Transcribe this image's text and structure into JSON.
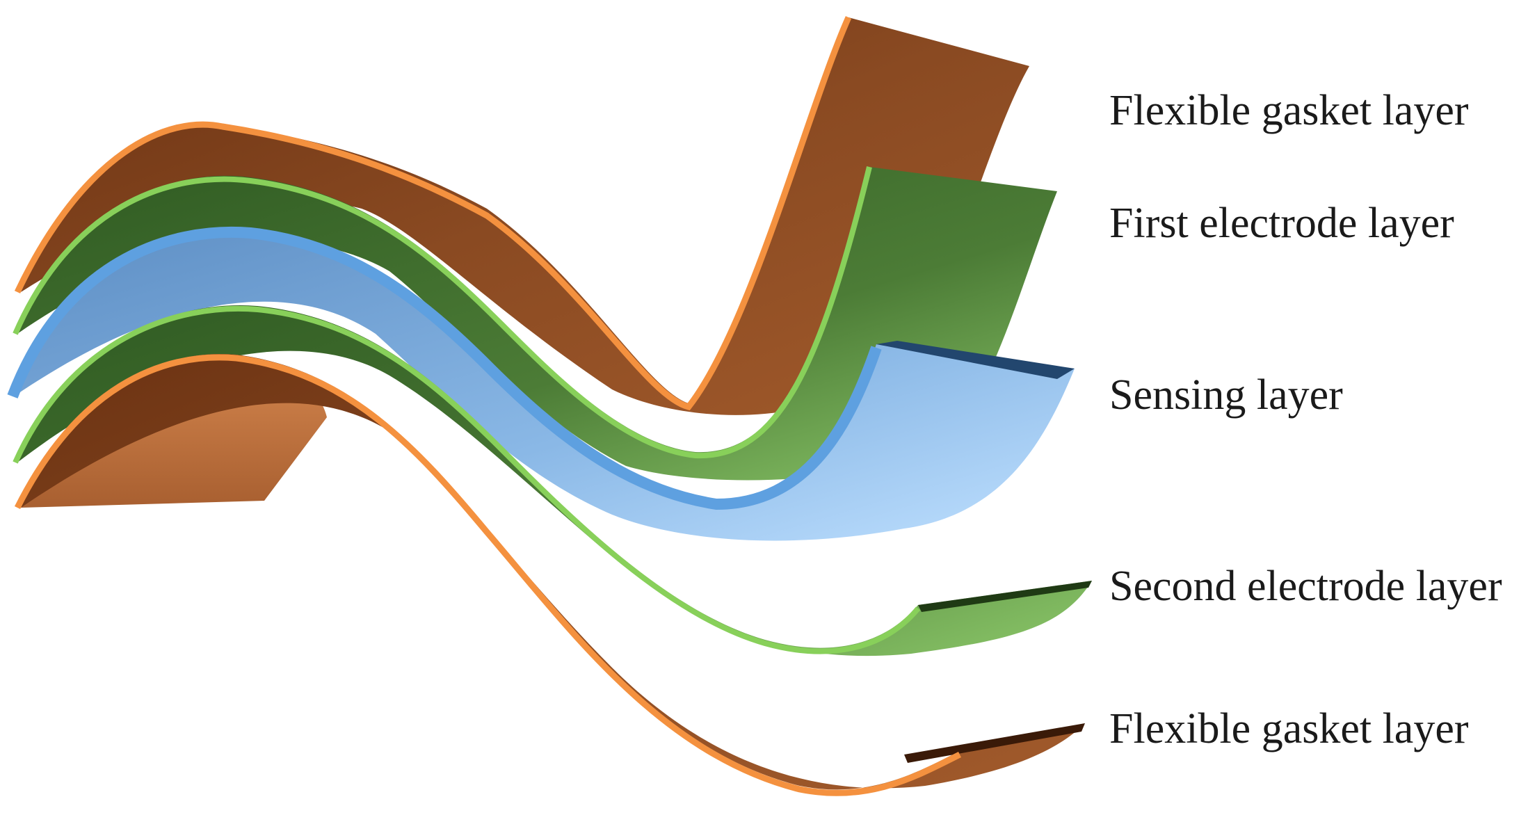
{
  "layers": [
    {
      "label": "Flexible gasket layer",
      "color": "#8a4a22"
    },
    {
      "label": "First electrode layer",
      "color": "#4f7f3a"
    },
    {
      "label": "Sensing layer",
      "color": "#5b95d1"
    },
    {
      "label": "Second electrode layer",
      "color": "#4f7f3a"
    },
    {
      "label": "Flexible gasket layer",
      "color": "#8a4a22"
    }
  ],
  "colors": {
    "gasket_face": "#7a3d18",
    "gasket_edge": "#f4913f",
    "electrode_face": "#4c7c36",
    "electrode_edge": "#88d05a",
    "sensing_face": "#8ab8e6",
    "sensing_edge": "#5ea0e0",
    "sensing_dark": "#22466e"
  }
}
